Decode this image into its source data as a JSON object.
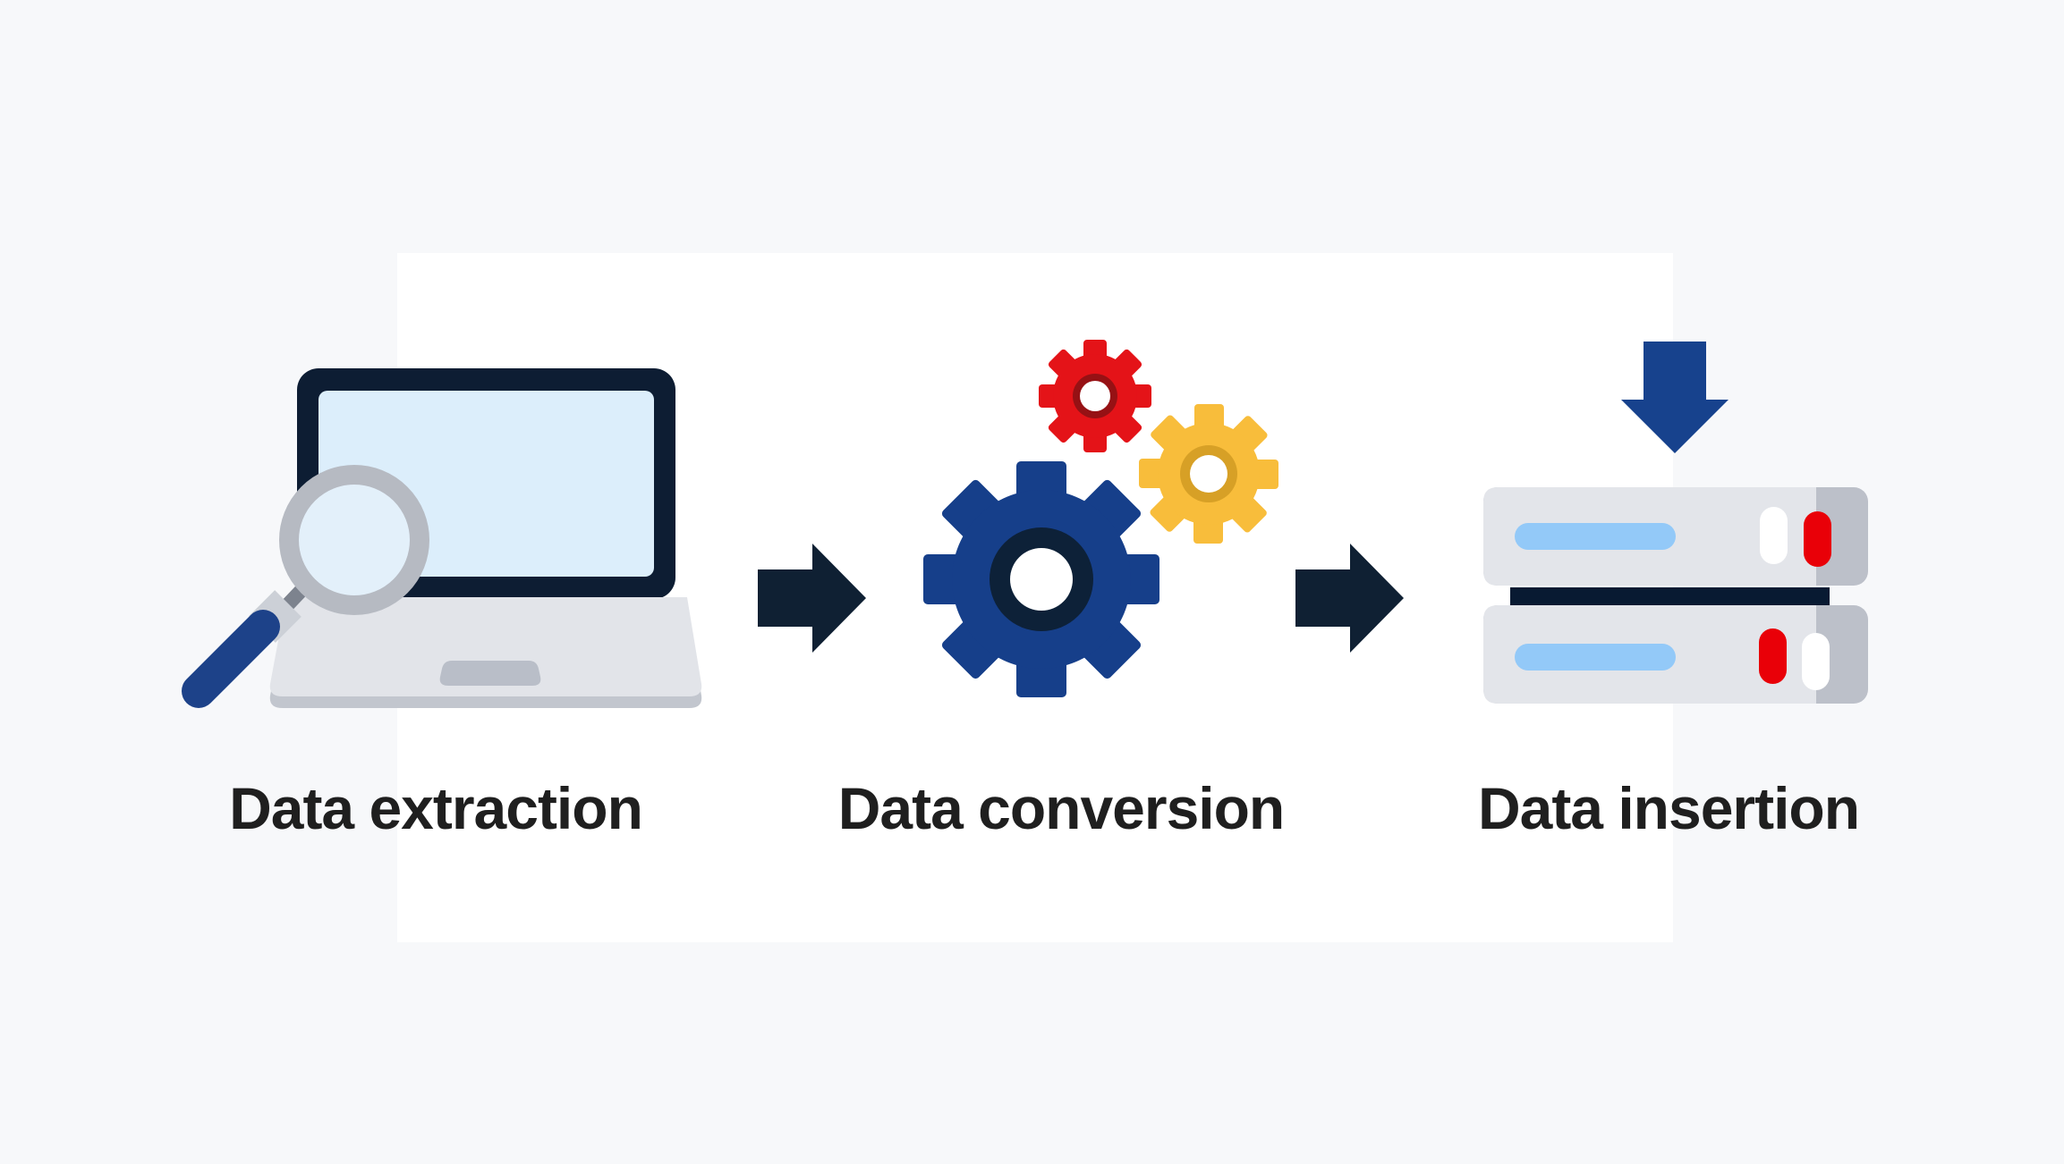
{
  "figure": {
    "type": "process-flow-diagram",
    "background_color": "#f7f8fa",
    "panel_color": "#ffffff"
  },
  "stages": [
    {
      "id": "extraction",
      "label": "Data extraction",
      "icon": "laptop-magnifier-icon"
    },
    {
      "id": "conversion",
      "label": "Data conversion",
      "icon": "gears-icon"
    },
    {
      "id": "insertion",
      "label": "Data insertion",
      "icon": "server-stack-icon"
    }
  ],
  "connectors": [
    {
      "from": "extraction",
      "to": "conversion",
      "type": "arrow-right"
    },
    {
      "from": "conversion",
      "to": "insertion",
      "type": "arrow-right"
    },
    {
      "into": "insertion",
      "type": "arrow-down"
    }
  ],
  "palette": {
    "dark_navy": "#0d1d33",
    "royal_blue": "#17428d",
    "handle_blue": "#1d4289",
    "gear_blue": "#163f8a",
    "gear_blue_ring": "#0d2138",
    "gear_red": "#e41318",
    "gear_red_ring": "#961114",
    "gear_yellow": "#f8bd3b",
    "gear_yellow_ring": "#d7a026",
    "screen_blue": "#dceefb",
    "server_body_gray": "#e3e5ea",
    "server_cap_gray": "#bcc0c9",
    "server_led_blue": "#93c9f8",
    "server_led_red": "#e90008",
    "label_color": "#1f1f1f"
  }
}
